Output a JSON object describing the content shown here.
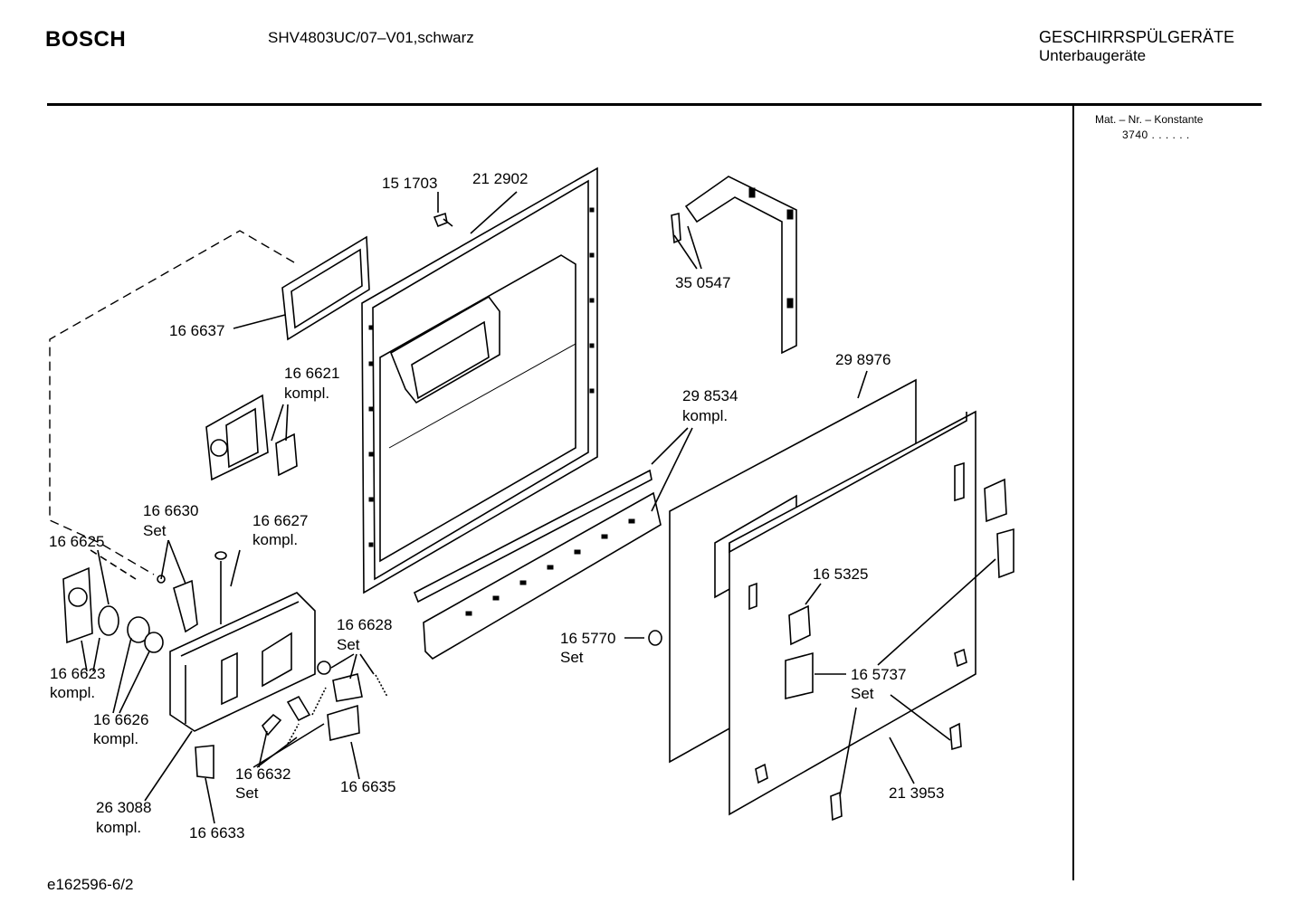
{
  "header": {
    "brand": "BOSCH",
    "model": "SHV4803UC/07–V01,schwarz",
    "category": "GESCHIRRSPÜLGERÄTE",
    "subcategory": "Unterbaugeräte"
  },
  "sidebar": {
    "mat_label": "Mat. – Nr. – Konstante",
    "mat_value": "3740 . .   . . . ."
  },
  "footer": {
    "drawing_id": "e162596-6/2"
  },
  "parts": {
    "p151703": "15 1703",
    "p212902": "21 2902",
    "p350547": "35 0547",
    "p166637": "16 6637",
    "p166621": "16 6621",
    "p166621_note": "kompl.",
    "p298976": "29 8976",
    "p298534": "29 8534",
    "p298534_note": "kompl.",
    "p166630": "16 6630",
    "p166630_note": "Set",
    "p166627": "16 6627",
    "p166627_note": "kompl.",
    "p166625": "16 6625",
    "p165325": "16 5325",
    "p166628": "16 6628",
    "p166628_note": "Set",
    "p165770": "16 5770",
    "p165770_note": "Set",
    "p165737": "16 5737",
    "p165737_note": "Set",
    "p166623": "16 6623",
    "p166623_note": "kompl.",
    "p166626": "16 6626",
    "p166626_note": "kompl.",
    "p166632": "16 6632",
    "p166632_note": "Set",
    "p166635": "16 6635",
    "p213953": "21 3953",
    "p263088": "26 3088",
    "p263088_note": "kompl.",
    "p166633": "16 6633"
  }
}
